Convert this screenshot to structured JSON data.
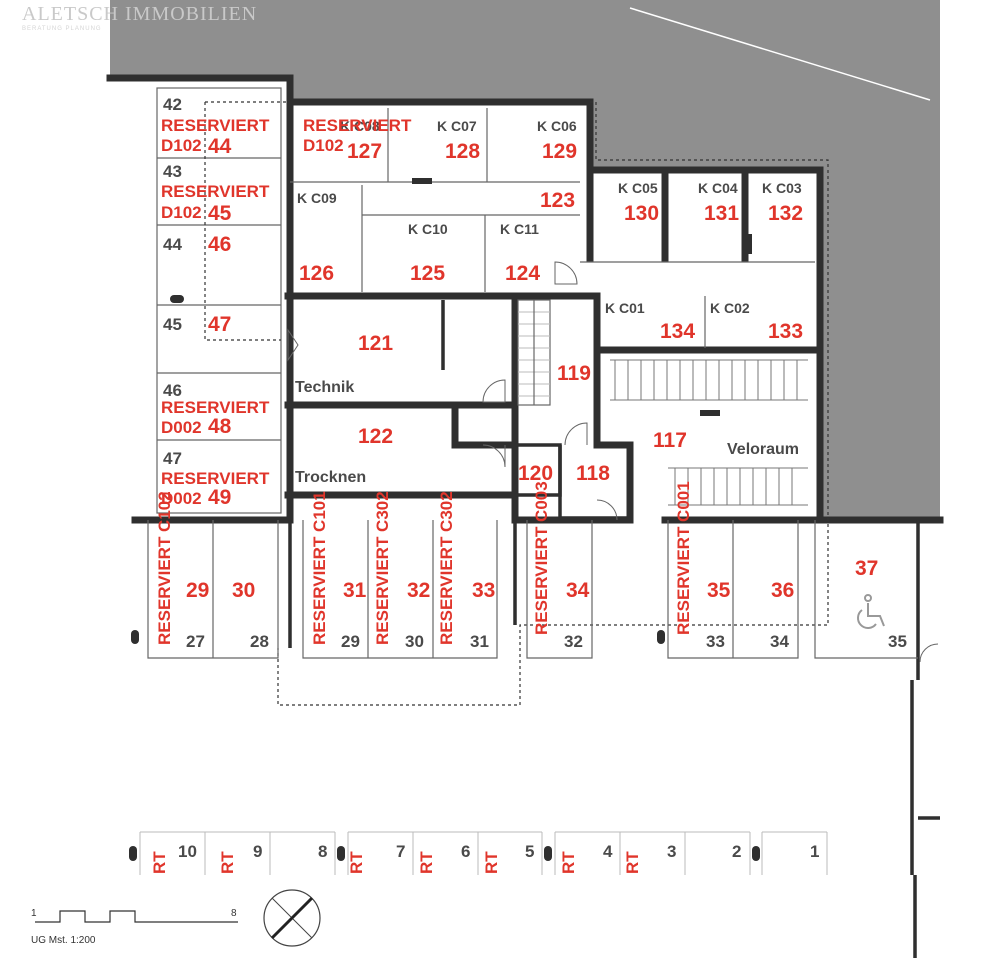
{
  "logo": {
    "name": "ALETSCH IMMOBILIEN",
    "tagline": "BERATUNG PLANUNG"
  },
  "storage": {
    "kc03": {
      "code": "K C03",
      "num": "132"
    },
    "kc04": {
      "code": "K C04",
      "num": "131"
    },
    "kc05": {
      "code": "K C05",
      "num": "130"
    },
    "kc06": {
      "code": "K C06",
      "num": "129"
    },
    "kc07": {
      "code": "K C07",
      "num": "128"
    },
    "kc08": {
      "code": "K C08",
      "num": "127",
      "reserved": "RESERVIERT",
      "owner": "D102"
    },
    "kc09": {
      "code": "K C09",
      "num": "126"
    },
    "kc10": {
      "code": "K C10",
      "num": "125"
    },
    "kc11": {
      "code": "K C11",
      "num": "124"
    },
    "r123": {
      "num": "123"
    },
    "kc01": {
      "code": "K C01",
      "num": "134"
    },
    "kc02": {
      "code": "K C02",
      "num": "133"
    }
  },
  "rooms": {
    "technik": {
      "num": "121",
      "label": "Technik"
    },
    "trocknen": {
      "num": "122",
      "label": "Trocknen"
    },
    "stair": {
      "num": "119"
    },
    "r120": {
      "num": "120"
    },
    "r118": {
      "num": "118"
    },
    "veloraum": {
      "num": "117",
      "label": "Veloraum"
    }
  },
  "left_spaces": [
    {
      "lot": "42",
      "reserved": "RESERVIERT",
      "owner": "D102",
      "num": "44"
    },
    {
      "lot": "43",
      "reserved": "RESERVIERT",
      "owner": "D102",
      "num": "45"
    },
    {
      "lot": "44",
      "num": "46"
    },
    {
      "lot": "45",
      "num": "47"
    },
    {
      "lot": "46",
      "reserved": "RESERVIERT",
      "owner": "D002",
      "num": "48"
    },
    {
      "lot": "47",
      "reserved": "RESERVIERT",
      "owner": "D002",
      "num": "49"
    }
  ],
  "bottom_spaces": [
    {
      "reserved": "RESERVIERT C102",
      "num": "29",
      "lot": "27"
    },
    {
      "num": "30",
      "lot": "28"
    },
    {
      "reserved": "RESERVIERT C101",
      "num": "31",
      "lot": "29"
    },
    {
      "reserved": "RESERVIERT C302",
      "num": "32",
      "lot": "30"
    },
    {
      "reserved": "RESERVIERT C302",
      "num": "33",
      "lot": "31"
    },
    {
      "reserved": "RESERVIERT C003",
      "num": "34",
      "lot": "32"
    },
    {
      "reserved": "RESERVIERT C001",
      "num": "35",
      "lot": "33"
    },
    {
      "num": "36",
      "lot": "34"
    },
    {
      "num": "37",
      "lot": "35",
      "icon": "wheelchair-icon"
    }
  ],
  "outdoor_spaces": [
    "10",
    "9",
    "8",
    "7",
    "6",
    "5",
    "4",
    "3",
    "2",
    "1"
  ],
  "outdoor_marker": "RT",
  "scale_bar": {
    "start": "1",
    "end": "8",
    "caption": "UG Mst. 1:200"
  },
  "colors": {
    "accent_red": "#e0352b",
    "wall": "#2f2f2f",
    "terrain": "#8f8f8f"
  }
}
